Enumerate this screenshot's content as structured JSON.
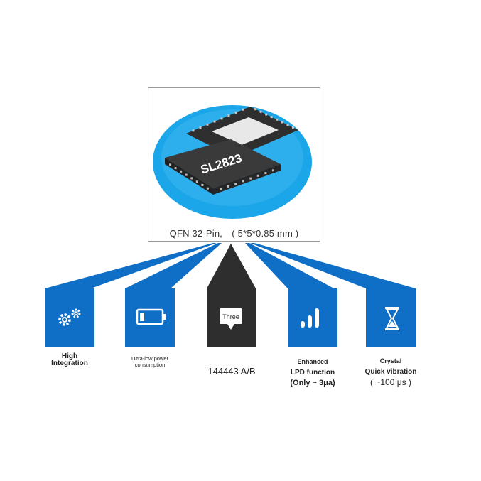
{
  "product": {
    "chip_marking": "SL2823",
    "package_caption": "QFN 32-Pin,　( 5*5*0.85  mm )"
  },
  "colors": {
    "feature_blue": "#0f6fc7",
    "center_dark": "#2e2e2e",
    "ellipse_blue": "#1aa6e8",
    "ellipse_light": "#6dcaf3",
    "chip_body": "#353535",
    "pin_metal": "#bdbdbd"
  },
  "features": [
    {
      "icon": "gears-icon",
      "lines": [
        "High",
        "Integration"
      ]
    },
    {
      "icon": "battery-icon",
      "lines": [
        "Ultra-low power",
        "consumption"
      ]
    },
    {
      "icon": "speech-bubble-icon",
      "badge": "Three",
      "lines": [
        "144443 A/B"
      ]
    },
    {
      "icon": "signal-bars-icon",
      "lines": [
        "Enhanced",
        "LPD function",
        "(Only ~ 3μa)"
      ]
    },
    {
      "icon": "hourglass-icon",
      "lines": [
        "Crystal",
        "Quick vibration",
        "(  ~100 μs  )"
      ]
    }
  ]
}
